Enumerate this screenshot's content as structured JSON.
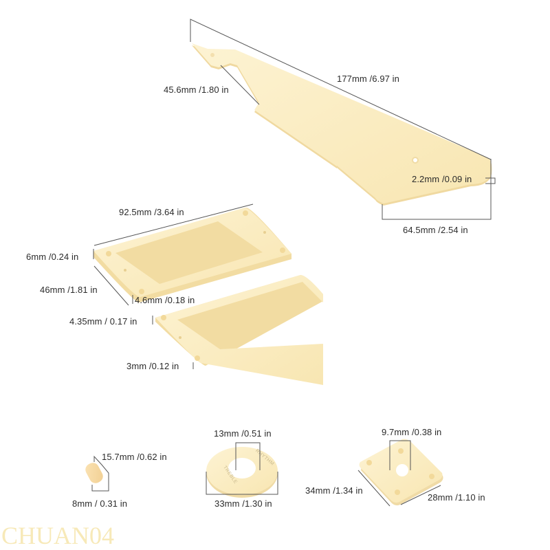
{
  "diagram": {
    "subject": "Cream guitar parts set with dimensions",
    "part_color": "#fbeec5",
    "part_edge_color": "#efd9a0",
    "dimension_line_color": "#555555",
    "parts": [
      {
        "name": "pickguard",
        "dimensions": {
          "length": "177mm  /6.97 in",
          "neck_cutout": "45.6mm /1.80 in",
          "thickness": "2.2mm /0.09 in",
          "tail_width": "64.5mm /2.54 in"
        }
      },
      {
        "name": "pickup-rings",
        "dimensions": {
          "length": "92.5mm /3.64 in",
          "width": "46mm /1.81 in",
          "tall_ring_high": "6mm /0.24 in",
          "tall_ring_low": "4.6mm /0.18 in",
          "short_ring_high": "4.35mm / 0.17 in",
          "short_ring_low": "3mm /0.12 in"
        }
      },
      {
        "name": "switch-tip",
        "dimensions": {
          "length": "15.7mm /0.62 in",
          "diameter": "8mm /  0.31 in"
        }
      },
      {
        "name": "switch-washer",
        "ring_text": {
          "top": "RHYTHM",
          "bottom": "TREBLE"
        },
        "dimensions": {
          "inner_diameter": "13mm  /0.51 in",
          "outer_diameter": "33mm  /1.30 in"
        }
      },
      {
        "name": "jack-plate",
        "dimensions": {
          "hole": "9.7mm /0.38 in",
          "length": "34mm  /1.34 in",
          "width": "28mm  /1.10 in"
        }
      }
    ],
    "watermark": "CHUAN04"
  }
}
